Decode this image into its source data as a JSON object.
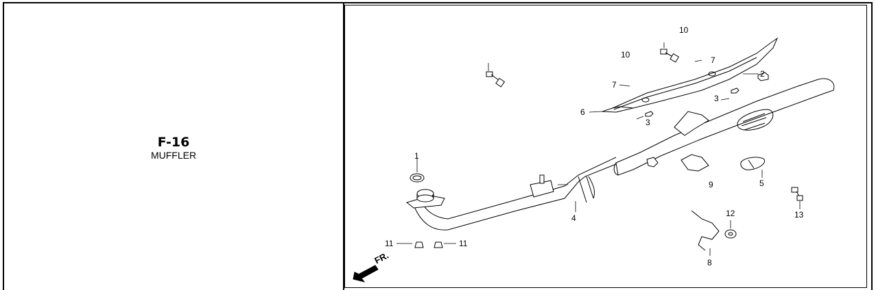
{
  "section": {
    "code": "F-16",
    "name": "MUFFLER"
  },
  "diagram": {
    "direction_label": "FR.",
    "callouts": [
      "1",
      "2",
      "3",
      "3",
      "4",
      "5",
      "6",
      "7",
      "7",
      "8",
      "9",
      "10",
      "10",
      "11",
      "11",
      "12",
      "13"
    ]
  }
}
